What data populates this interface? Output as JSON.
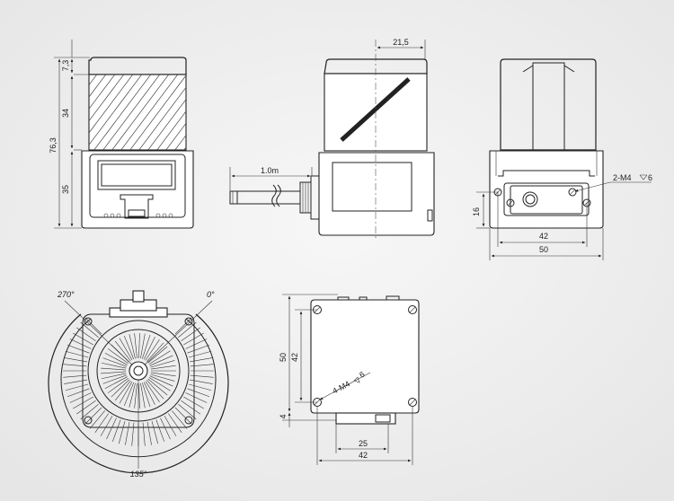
{
  "figure": {
    "views": {
      "front": {
        "dims": {
          "total": "76,3",
          "top": "7,3",
          "middle": "34",
          "bottom": "35"
        }
      },
      "side": {
        "dims": {
          "depth": "21,5",
          "cable": "1.0m"
        }
      },
      "rear": {
        "dims": {
          "height": "16",
          "inner_width": "42",
          "outer_width": "50"
        },
        "callout": "2-M4",
        "callout_depth": "6"
      },
      "top": {
        "angles": {
          "left": "270°",
          "right": "0°",
          "bottom": "135°"
        }
      },
      "bottom": {
        "dims": {
          "outer_height": "50",
          "inner_height": "42",
          "offset": "4",
          "width_small": "25",
          "width_large": "42"
        },
        "callout": "4-M4",
        "callout_depth": "6"
      }
    },
    "colors": {
      "background": "#ececec",
      "line": "#222222",
      "paper": "#ffffff"
    }
  }
}
